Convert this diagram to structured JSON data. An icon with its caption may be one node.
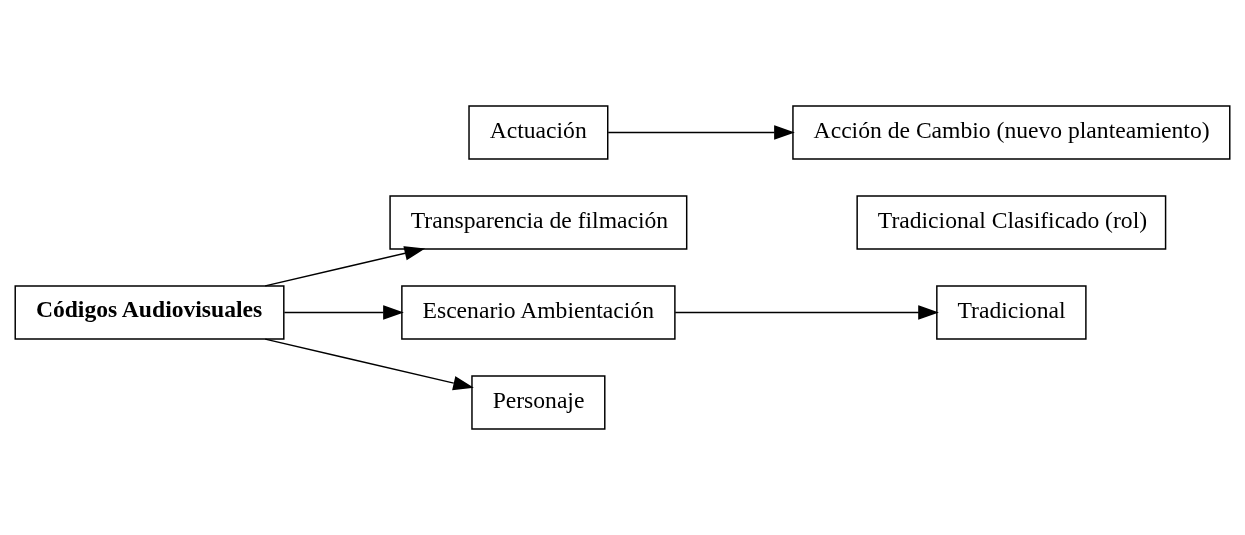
{
  "diagram": {
    "nodes": [
      {
        "text": [
          "Códigos Audiovisuales"
        ]
      },
      {
        "text": [
          "Transparencia de filmación"
        ]
      },
      {
        "text": [
          "Escenario Ambientación"
        ]
      },
      {
        "text": [
          "Tradicional"
        ]
      },
      {
        "text": [
          "Personaje"
        ]
      },
      {
        "text": [
          "Tradicional Clasificado (rol)"
        ]
      },
      {
        "text": [
          "Actuación"
        ]
      },
      {
        "text": [
          "Acción de Cambio (nuevo planteamiento)"
        ]
      }
    ],
    "edges": [
      {
        "from": 0,
        "to": 1,
        "arrow": "to"
      },
      {
        "from": 0,
        "to": 2,
        "arrow": "to"
      },
      {
        "from": 0,
        "to": 4,
        "arrow": "to"
      },
      {
        "from": 2,
        "to": 3,
        "arrow": "to"
      },
      {
        "from": 6,
        "to": 7,
        "arrow": "to"
      }
    ]
  }
}
